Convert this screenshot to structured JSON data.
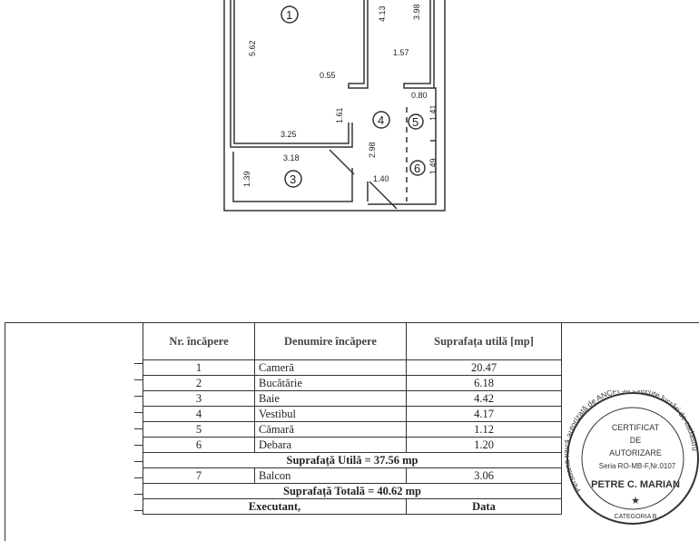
{
  "plan": {
    "rooms": [
      "1",
      "3",
      "4",
      "5",
      "6"
    ],
    "dims": {
      "d562": "5.62",
      "d413": "4.13",
      "d398": "3.98",
      "d157": "1.57",
      "d055": "0.55",
      "d080": "0.80",
      "d161": "1.61",
      "d141": "1.41",
      "d325": "3.25",
      "d298": "2.98",
      "d318": "3.18",
      "d139": "1.39",
      "d140": "1.40",
      "d149": "1.49"
    }
  },
  "table": {
    "headers": [
      "Nr. încăpere",
      "Denumire încăpere",
      "Suprafața utilă [mp]"
    ],
    "rows": [
      {
        "nr": "1",
        "name": "Cameră",
        "area": "20.47"
      },
      {
        "nr": "2",
        "name": "Bucătărie",
        "area": "6.18"
      },
      {
        "nr": "3",
        "name": "Baie",
        "area": "4.42"
      },
      {
        "nr": "4",
        "name": "Vestibul",
        "area": "4.17"
      },
      {
        "nr": "5",
        "name": "Cămară",
        "area": "1.12"
      },
      {
        "nr": "6",
        "name": "Debara",
        "area": "1.20"
      }
    ],
    "util_total": "Suprafață Utilă =  37.56 mp",
    "balcony": {
      "nr": "7",
      "name": "Balcon",
      "area": "3.06"
    },
    "grand_total": "Suprafață Totală =  40.62 mp",
    "executant": "Executant,",
    "date": "Data"
  },
  "stamp": {
    "ring": "Persoană fizică autorizată de ANCPI să execute lucrări de cadastru",
    "l1": "CERTIFICAT",
    "l2": "DE",
    "l3": "AUTORIZARE",
    "l4": "Seria RO-MB-F,Nr.0107",
    "name": "PETRE C. MARIAN",
    "cat": "CATEGORIA B",
    "color": "#333333"
  }
}
